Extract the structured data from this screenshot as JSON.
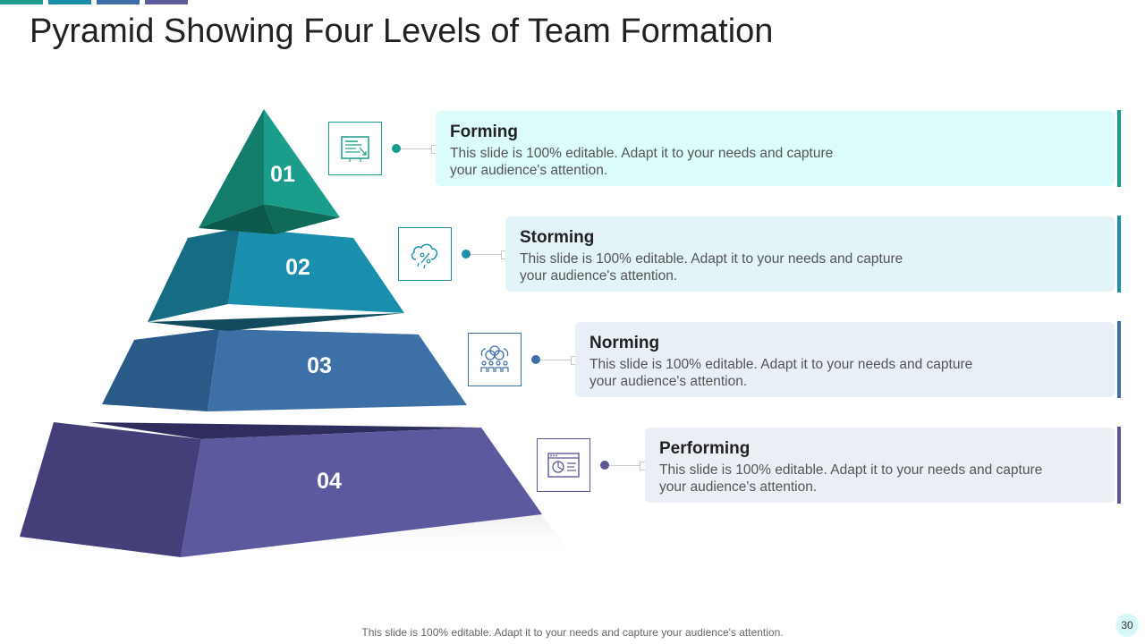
{
  "title": "Pyramid Showing Four Levels of Team Formation",
  "top_bar_colors": [
    "#1f9e8e",
    "#1a8ea8",
    "#3e6ea8",
    "#5b5b9e"
  ],
  "levels": [
    {
      "number": "01",
      "name": "Forming",
      "description": "This slide is 100% editable. Adapt it to your needs and capture your audience's attention.",
      "icon": "presentation-board-icon",
      "color": "#1b9d8b",
      "card_bg": "#dcfbfb"
    },
    {
      "number": "02",
      "name": "Storming",
      "description": "This slide is 100% editable. Adapt it to your needs and capture your audience's attention.",
      "icon": "brainstorm-cloud-icon",
      "color": "#1b8fad",
      "card_bg": "#e2f4f8"
    },
    {
      "number": "03",
      "name": "Norming",
      "description": "This slide is 100% editable. Adapt it to your needs and capture your audience's attention.",
      "icon": "team-collaboration-icon",
      "color": "#3d6fa8",
      "card_bg": "#e8eff7"
    },
    {
      "number": "04",
      "name": "Performing",
      "description": "This slide is 100% editable. Adapt it to your needs and capture your audience's attention.",
      "icon": "analytics-dashboard-icon",
      "color": "#5a579c",
      "card_bg": "#eceef6"
    }
  ],
  "footer": "This slide is 100% editable. Adapt it to your needs and capture your audience's attention.",
  "page_number": "30"
}
